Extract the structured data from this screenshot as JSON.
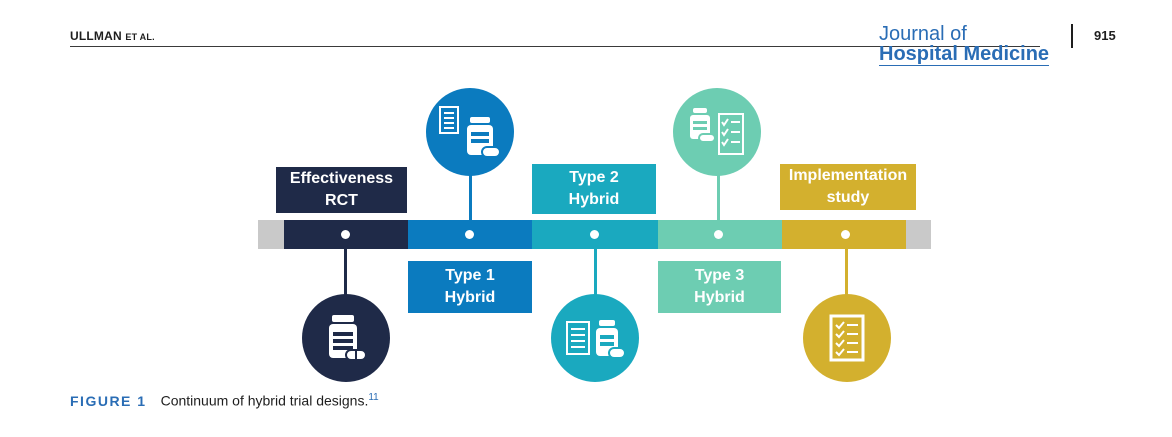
{
  "header": {
    "author_main": "ULLMAN",
    "author_suffix": "ET AL.",
    "journal_line1": "Journal of",
    "journal_line2": "Hospital Medicine",
    "page_number": "915"
  },
  "figure": {
    "stages": [
      {
        "line1": "Effectiveness",
        "line2": "RCT",
        "color": "#1f2a48",
        "icons": [
          "pill-bottle-icon"
        ]
      },
      {
        "line1": "Type 1",
        "line2": "Hybrid",
        "color": "#0b7bbf",
        "icons": [
          "checklist-icon",
          "pill-bottle-icon"
        ]
      },
      {
        "line1": "Type 2",
        "line2": "Hybrid",
        "color": "#1aa9bf",
        "icons": [
          "checklist-icon",
          "pill-bottle-icon"
        ]
      },
      {
        "line1": "Type 3",
        "line2": "Hybrid",
        "color": "#6dcdb2",
        "icons": [
          "pill-bottle-icon",
          "checklist-icon"
        ]
      },
      {
        "line1": "Implementation",
        "line2": "study",
        "color": "#d3b02e",
        "icons": [
          "checklist-icon"
        ]
      }
    ],
    "timeline_end_color": "#c9c9c9"
  },
  "caption": {
    "label": "FIGURE 1",
    "text": "Continuum of hybrid trial designs.",
    "reference": "11"
  }
}
